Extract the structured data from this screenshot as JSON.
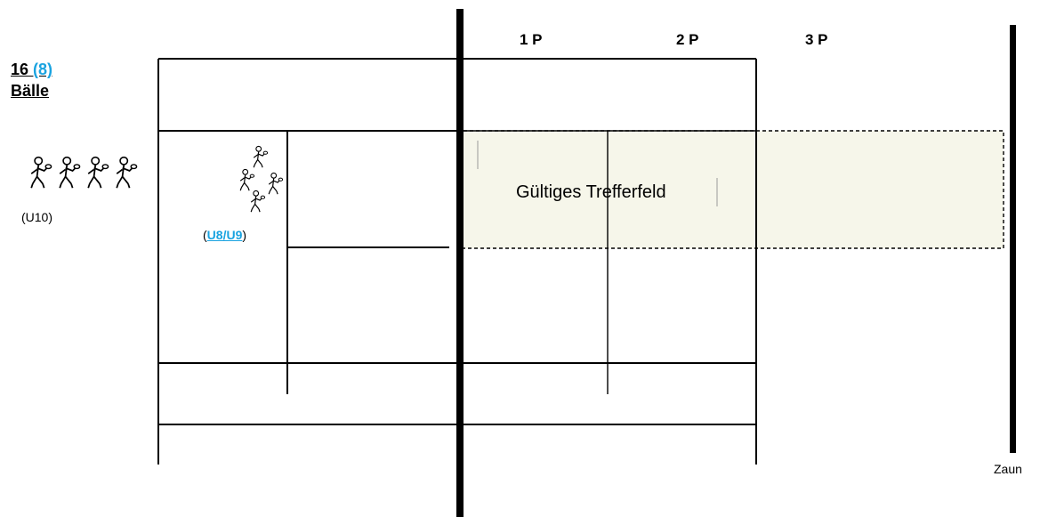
{
  "points": {
    "p1": "1 P",
    "p2": "2 P",
    "p3": "3 P"
  },
  "balls": {
    "count": "16",
    "count_alt": "(8)",
    "label": "Bälle"
  },
  "zone": {
    "label": "Gültiges Trefferfeld",
    "fill": "#f6f6ea"
  },
  "groups": {
    "u10": "(U10)",
    "u89_open": "(",
    "u89_link": "U8/U9",
    "u89_close": ")"
  },
  "fence": {
    "label": "Zaun"
  },
  "colors": {
    "accent": "#1aa3e0",
    "line": "#000000"
  },
  "icons": [
    "player-figure-icon"
  ]
}
